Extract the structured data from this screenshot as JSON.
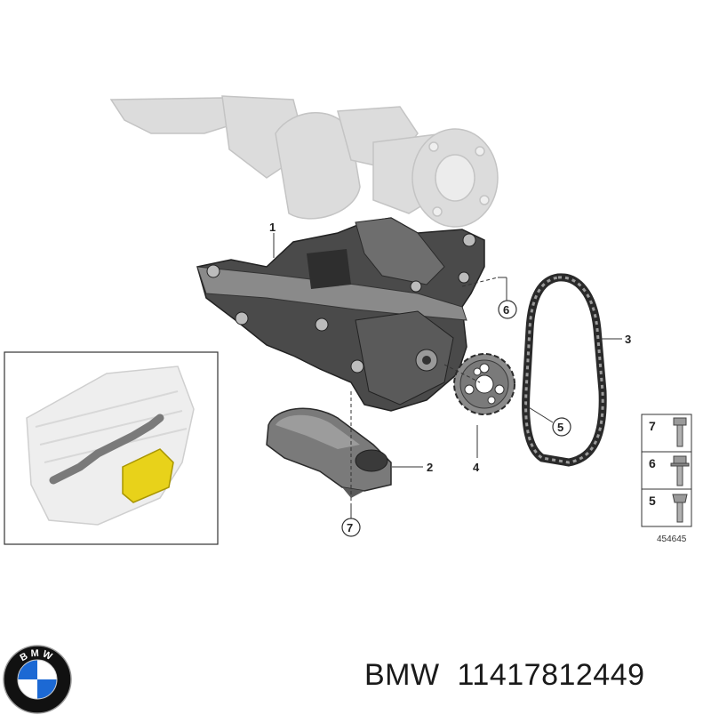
{
  "callouts": {
    "c1": "1",
    "c2": "2",
    "c3": "3",
    "c4": "4",
    "c5": "5",
    "c6": "6",
    "c7": "7"
  },
  "legend": {
    "items": [
      {
        "number": "7",
        "icon": "hex-bolt-icon"
      },
      {
        "number": "6",
        "icon": "flange-bolt-icon"
      },
      {
        "number": "5",
        "icon": "torx-bolt-icon"
      }
    ],
    "figure_code": "454645"
  },
  "brand": {
    "logo_text": "BMW",
    "logo_colors": {
      "ring": "#111111",
      "blue": "#1c69d4",
      "white": "#ffffff"
    }
  },
  "caption": {
    "make": "BMW",
    "part_number": "11417812449"
  },
  "colors": {
    "part_dark": "#3a3a3a",
    "part_mid": "#6a6a6a",
    "ghost_grey": "#d8d8d8",
    "highlight_yellow": "#e8d21a"
  }
}
